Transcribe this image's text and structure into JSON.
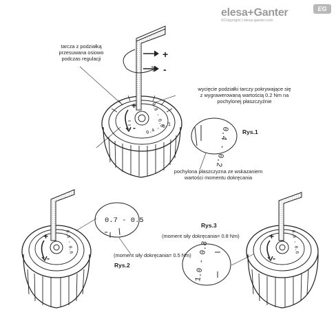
{
  "brand": {
    "name": "elesa+Ganter",
    "copyright": "©Copyright | elesa-ganter.com",
    "badge": "EG"
  },
  "top_diagram": {
    "label_tarcza": "tarcza z podziałką\nprzesuwana osiowo\npodczas regulacji",
    "plus": "+",
    "minus": "-",
    "label_wyciecie": "wycięcie podziałki tarczy pokrywające się\nz wygrawerowaną wartością 0.2 Nm na\npochylonej płaszczyźnie",
    "label_pochylona": "pochylona płaszczyzna ze wskazaniem\nwartości momentu dokręcania",
    "detail_text": "0.4 - 0.2",
    "figure": "Rys.1"
  },
  "fig2": {
    "detail_text": "0.7 - 0.5",
    "caption": "(moment siły dokręcania= 0.5 Nm)",
    "figure": "Rys.2"
  },
  "fig3": {
    "figure": "Rys.3",
    "caption": "(moment siły dokręcania= 0.8 Nm)",
    "detail_text": "1.0 - 0.8"
  },
  "knob_scale": "0.8 - 0.6"
}
